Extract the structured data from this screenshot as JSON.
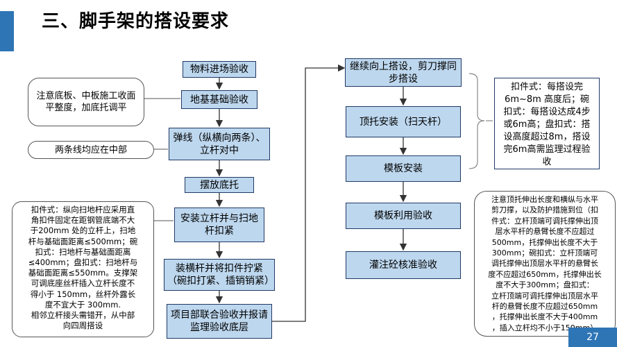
{
  "title": "三、脚手架的搭设要求",
  "steps_left": [
    "物料进场验收",
    "地基基础验收",
    "弹线（纵横向两条）、立杆对中",
    "摆放底托",
    "安装立杆并与扫地杆扣紧",
    "装横杆并将扣件拧紧（碗扣打紧、插销销紧）",
    "项目部联合验收并报请监理验收底层"
  ],
  "steps_right": [
    "继续向上搭设，剪刀撑同步搭设",
    "顶托安装（扫天杆）",
    "模板安装",
    "模板利用验收",
    "灌注砼核准验收"
  ],
  "notes": {
    "base": "注意底板、中板施工收面平整度，加底托调平",
    "line": "两条线均应在中部",
    "fastener": [
      "扣件式：纵向扫地杆应采用直",
      "角扣件固定在距钢管底端不大",
      "于200mm 处的立杆上，扫地",
      "杆与基础面距离≤500mm；碗",
      "扣式：扫地杆与基础面距离",
      "≤400mm；盘扣式：扫地杆与",
      "基础面距离≤550mm。支撑架",
      "可调底座丝杆插入立杆长度不",
      "得小于 150mm，丝杆外露长",
      "度不宜大于 300mm.",
      "相邻立杆接头需错开，从中部",
      "向四周搭设"
    ],
    "inspection": [
      "扣件式：每搭设完",
      "6m~8m 高度后；碗",
      "扣式：每搭设达成4步",
      "或6m高；盘扣式：搭",
      "设高度超过8m，搭设",
      "完6m高需监理过程验",
      "收"
    ],
    "top_support": [
      "注意顶托伸出长度和横纵与水平",
      "剪刀撑，以及防护措施到位（扣",
      "件式：立杆顶端可调托撑伸出顶",
      "层水平杆的悬臂长度不应超过",
      "500mm，托撑伸出长度不大于",
      "300mm；碗扣式：立杆顶端可",
      "调托撑伸出顶层水平杆的悬臂长",
      "度不应超过650mm，托撑伸出长",
      "度不大于300mm；盘扣式：",
      "立杆顶端可调托撑伸出顶层水平",
      "杆的悬臂长度不应超过650mm",
      "，托撑伸出长度不大于400mm",
      "，插入立杆均不小于150mm）"
    ]
  },
  "page_number": "27",
  "colors": {
    "accent": "#2e75b6",
    "box_fill": "#bdd7ee",
    "box_border": "#1f3864"
  }
}
